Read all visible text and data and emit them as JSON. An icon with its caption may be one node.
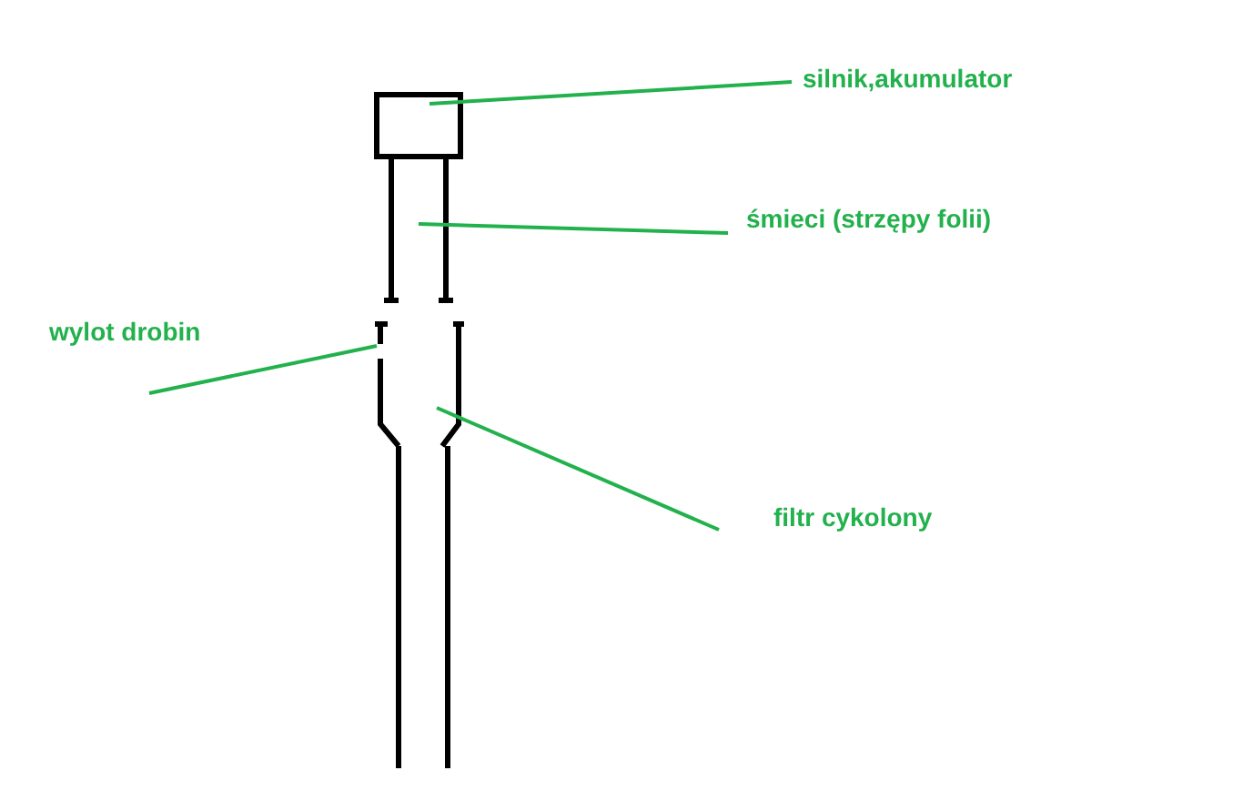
{
  "diagram": {
    "nodes": [
      {
        "text": [
          "silnik,akumulator"
        ]
      },
      {
        "text": [],
        "shape": "box"
      },
      {
        "text": [
          "śmieci (strzępy folii)"
        ]
      },
      {
        "text": [],
        "shape": "bar"
      },
      {
        "text": [
          "wylot drobin"
        ]
      },
      {
        "text": [
          "filtr cykolony"
        ]
      },
      {
        "text": [],
        "shape": "bar"
      }
    ],
    "edges": [
      {
        "from": 0,
        "to": 1,
        "arrow": "none"
      },
      {
        "from": 2,
        "to": 3,
        "arrow": "none"
      },
      {
        "from": 4,
        "to": 6,
        "arrow": "none"
      },
      {
        "from": 5,
        "to": 6,
        "arrow": "none"
      }
    ]
  }
}
